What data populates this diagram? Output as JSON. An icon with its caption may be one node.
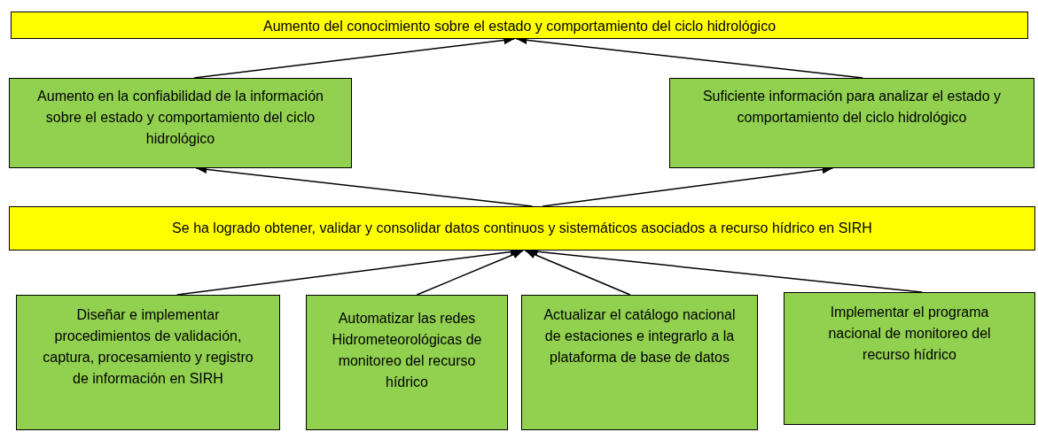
{
  "diagram": {
    "nodes": [
      {
        "text": [
          "Aumento del conocimiento sobre el estado y comportamiento del ciclo hidrológico"
        ]
      },
      {
        "text": [
          "Aumento en la confiabilidad de la información sobre el estado y comportamiento del ciclo hidrológico"
        ]
      },
      {
        "text": [
          "Suficiente información para analizar el estado y comportamiento del ciclo hidrológico"
        ]
      },
      {
        "text": [
          "Se ha logrado obtener, validar y consolidar datos continuos y sistemáticos asociados a recurso hídrico en SIRH"
        ]
      },
      {
        "text": [
          "Diseñar e implementar procedimientos de validación, captura, procesamiento y registro de información en SIRH"
        ]
      },
      {
        "text": [
          "Automatizar las redes Hidrometeorológicas de monitoreo del recurso hídrico"
        ]
      },
      {
        "text": [
          "Actualizar el catálogo nacional de estaciones e integrarlo a la plataforma de base de datos"
        ]
      },
      {
        "text": [
          "Implementar el programa nacional de monitoreo del recurso hídrico"
        ]
      }
    ],
    "edges": [
      {
        "from": 1,
        "to": 0,
        "arrow": "to"
      },
      {
        "from": 2,
        "to": 0,
        "arrow": "to"
      },
      {
        "from": 3,
        "to": 1,
        "arrow": "to"
      },
      {
        "from": 3,
        "to": 2,
        "arrow": "to"
      },
      {
        "from": 4,
        "to": 3,
        "arrow": "to"
      },
      {
        "from": 5,
        "to": 3,
        "arrow": "to"
      },
      {
        "from": 6,
        "to": 3,
        "arrow": "to"
      },
      {
        "from": 7,
        "to": 3,
        "arrow": "to"
      }
    ]
  }
}
